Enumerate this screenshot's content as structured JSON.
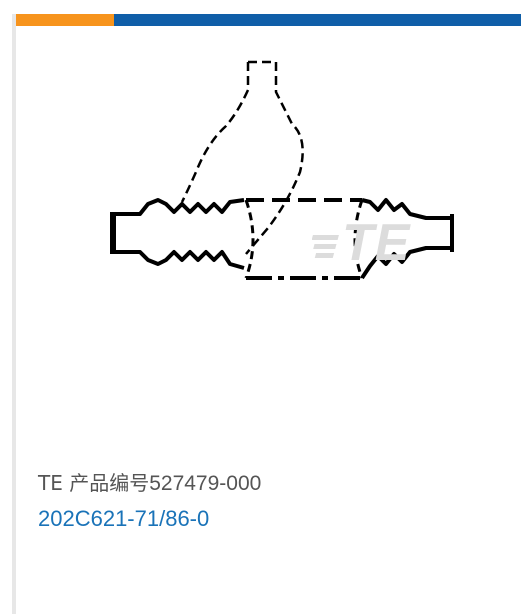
{
  "colors": {
    "accent_orange": "#f7941d",
    "accent_blue": "#0f5ea8",
    "link_blue": "#1a73b8",
    "text_gray": "#555555",
    "card_border": "#e7e7e7"
  },
  "card": {
    "image_icon": "boot-drawing-icon",
    "logo_text": "TE",
    "part_number_label": "TE 产品编号",
    "part_number": "527479-000",
    "model_number": "202C621-71/86-0"
  }
}
